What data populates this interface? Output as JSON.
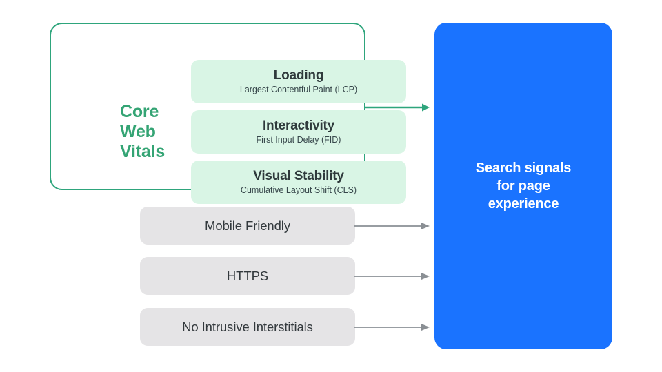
{
  "diagram": {
    "title": "Search signals for page experience",
    "colors": {
      "green_accent": "#34A474",
      "green_border": "#2EA57C",
      "green_card_fill": "#D9F5E5",
      "grey_fill": "#E5E4E6",
      "grey_arrow": "#8A8F94",
      "blue_fill": "#1A73FF",
      "dark_text": "#33393D",
      "white_text": "#FFFFFF",
      "page_background": "#FFFFFF"
    }
  },
  "core_web_vitals": {
    "group_label": "Core\nWeb\nVitals",
    "group_label_lines": [
      "Core",
      "Web",
      "Vitals"
    ],
    "cards": [
      {
        "title": "Loading",
        "subtitle": "Largest Contentful Paint (LCP)"
      },
      {
        "title": "Interactivity",
        "subtitle": "First Input Delay (FID)"
      },
      {
        "title": "Visual Stability",
        "subtitle": "Cumulative Layout Shift (CLS)"
      }
    ]
  },
  "other_signals": [
    {
      "label": "Mobile Friendly"
    },
    {
      "label": "HTTPS"
    },
    {
      "label": "No Intrusive Interstitials"
    }
  ],
  "outcome": {
    "text": "Search signals\nfor page\nexperience",
    "lines": [
      "Search signals",
      "for page",
      "experience"
    ]
  },
  "arrows": {
    "green": {
      "from": "core-web-vitals-group",
      "to": "search-signals-panel",
      "color": "#2EA57C"
    },
    "grey_0": {
      "from": "mobile-friendly",
      "to": "search-signals-panel",
      "color": "#8A8F94"
    },
    "grey_1": {
      "from": "https",
      "to": "search-signals-panel",
      "color": "#8A8F94"
    },
    "grey_2": {
      "from": "no-intrusive-interstitials",
      "to": "search-signals-panel",
      "color": "#8A8F94"
    }
  }
}
